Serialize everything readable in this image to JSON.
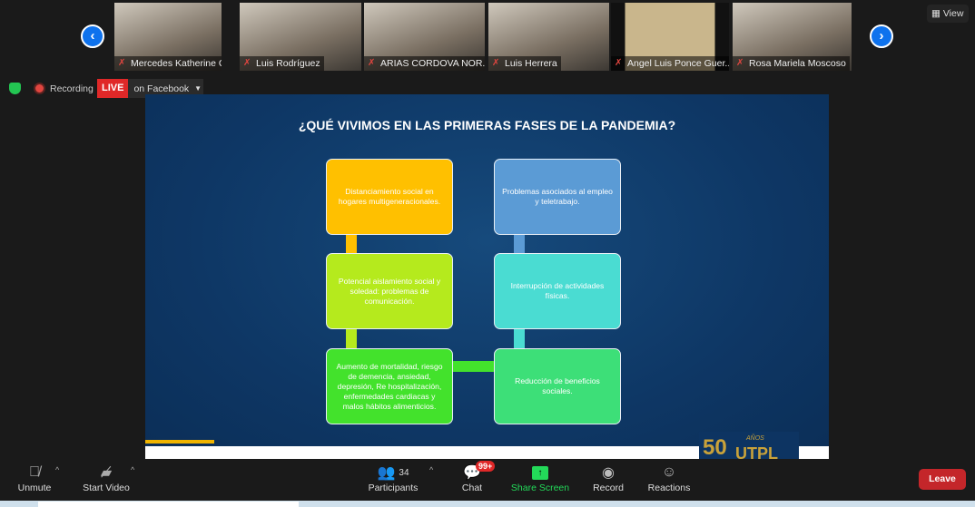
{
  "gallery": {
    "participants": [
      {
        "name": "Mercedes Katherine C..."
      },
      {
        "name": "Luis Rodríguez"
      },
      {
        "name": "ARIAS CORDOVA NOR..."
      },
      {
        "name": "Luis Herrera"
      },
      {
        "name": "Angel Luis Ponce Guer..."
      },
      {
        "name": "Rosa Mariela Moscoso"
      }
    ],
    "view_label": "View"
  },
  "status": {
    "recording_label": "Recording",
    "live_label": "LIVE",
    "live_target": "on Facebook"
  },
  "slide": {
    "title": "¿QUÉ VIVIMOS EN LAS PRIMERAS FASES DE LA PANDEMIA?",
    "boxes": [
      {
        "text": "Distanciamiento social en hogares multigeneracionales.",
        "color": "#ffc000"
      },
      {
        "text": "Potencial aislamiento social y soledad: problemas de comunicación.",
        "color": "#b5ea1d"
      },
      {
        "text": "Aumento de mortalidad, riesgo de demencia, ansiedad, depresión, Re hospitalización, enfermedades cardiacas y malos hábitos alimenticios.",
        "color": "#43e22c"
      },
      {
        "text": "Problemas asociados al empleo y teletrabajo.",
        "color": "#5b9bd5"
      },
      {
        "text": "Interrupción de actividades físicas.",
        "color": "#4adcd2"
      },
      {
        "text": "Reducción de beneficios sociales.",
        "color": "#3ddf78"
      }
    ],
    "logo": {
      "number": "50",
      "years": "AÑOS",
      "brand": "UTPL"
    }
  },
  "toolbar": {
    "unmute": "Unmute",
    "start_video": "Start Video",
    "participants": "Participants",
    "participants_count": "34",
    "chat": "Chat",
    "chat_badge": "99+",
    "share_screen": "Share Screen",
    "record": "Record",
    "reactions": "Reactions",
    "leave": "Leave"
  },
  "colors": {
    "share_green": "#23d959",
    "leave_red": "#c4262a",
    "live_red": "#e02828",
    "accent_blue": "#0e72ed"
  }
}
